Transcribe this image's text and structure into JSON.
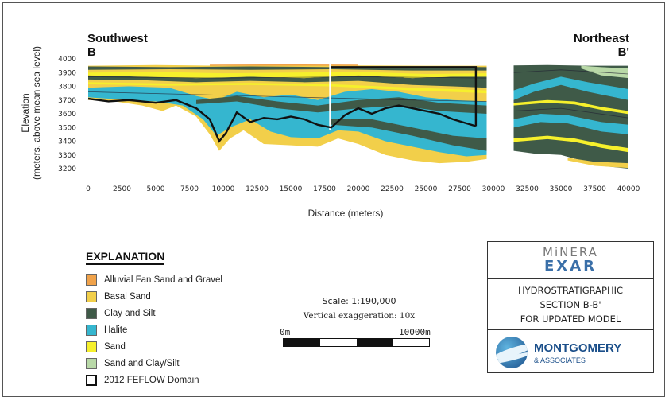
{
  "header": {
    "left_title": "Southwest",
    "left_marker": "B",
    "right_title": "Northeast",
    "right_marker": "B'"
  },
  "chart_data": {
    "type": "cross-section",
    "xlabel": "Distance (meters)",
    "ylabel_line1": "Elevation",
    "ylabel_line2": "(meters, above mean sea level)",
    "xlim": [
      0,
      40000
    ],
    "ylim": [
      3200,
      4000
    ],
    "x_ticks": [
      "0",
      "2500",
      "5000",
      "7500",
      "10000",
      "12500",
      "15000",
      "17500",
      "20000",
      "22500",
      "25000",
      "27500",
      "30000",
      "32500",
      "35000",
      "37500",
      "40000"
    ],
    "y_ticks": [
      "4000",
      "3900",
      "3800",
      "3700",
      "3600",
      "3500",
      "3400",
      "3300",
      "3200"
    ],
    "gap_x": [
      29500,
      31500
    ],
    "layer_colors": {
      "alluvial": "#f0a24a",
      "basal": "#f2cf4a",
      "clay": "#3f5a48",
      "halite": "#35b6cf",
      "sand": "#f6f02c",
      "sandclay": "#b9d9a8"
    },
    "domain_outline_x": [
      18000,
      28700
    ],
    "domain_top": 3940,
    "domain_bottom": 3510,
    "bedrock_line": [
      [
        0,
        3710
      ],
      [
        1500,
        3690
      ],
      [
        3000,
        3700
      ],
      [
        5000,
        3680
      ],
      [
        6500,
        3700
      ],
      [
        8000,
        3640
      ],
      [
        9000,
        3560
      ],
      [
        9700,
        3400
      ],
      [
        10200,
        3460
      ],
      [
        11000,
        3610
      ],
      [
        12000,
        3540
      ],
      [
        13000,
        3570
      ],
      [
        14000,
        3560
      ],
      [
        15000,
        3580
      ],
      [
        16000,
        3560
      ],
      [
        17000,
        3520
      ],
      [
        18000,
        3500
      ],
      [
        19000,
        3590
      ],
      [
        20000,
        3640
      ],
      [
        21000,
        3600
      ],
      [
        22000,
        3640
      ],
      [
        23000,
        3660
      ],
      [
        24000,
        3640
      ],
      [
        25000,
        3620
      ],
      [
        26000,
        3600
      ],
      [
        27000,
        3560
      ],
      [
        28700,
        3510
      ]
    ],
    "legend_title": "EXPLANATION",
    "legend": [
      {
        "label": "Alluvial Fan Sand and Gravel",
        "color": "#f0a24a"
      },
      {
        "label": "Basal Sand",
        "color": "#f2cf4a"
      },
      {
        "label": "Clay and Silt",
        "color": "#3f5a48"
      },
      {
        "label": "Halite",
        "color": "#35b6cf"
      },
      {
        "label": "Sand",
        "color": "#f6f02c"
      },
      {
        "label": "Sand and Clay/Silt",
        "color": "#b9d9a8"
      },
      {
        "label": "2012 FEFLOW Domain",
        "color": "#111111",
        "outline": true
      }
    ]
  },
  "scale": {
    "scale_text": "Scale: 1:190,000",
    "vertical_exaggeration": "Vertical exaggeration: 10x",
    "bar_start": "0m",
    "bar_end": "10000m"
  },
  "title_block": {
    "minera_top": "MiNERA",
    "minera_bottom": "EXAR",
    "lines": [
      "HYDROSTRATIGRAPHIC",
      "SECTION B-B'",
      "FOR UPDATED MODEL"
    ],
    "firm_name": "MONTGOMERY",
    "firm_sub": "& ASSOCIATES"
  }
}
